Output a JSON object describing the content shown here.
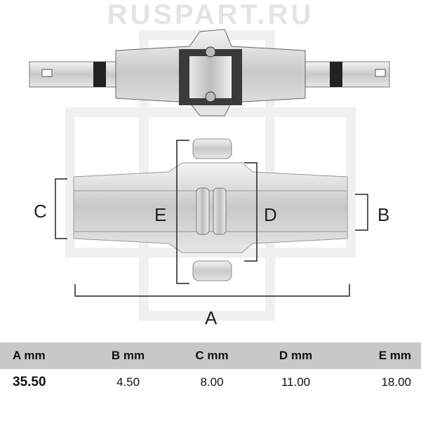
{
  "watermark": "RUSPART.RU",
  "diagram": {
    "labels": {
      "a": "A",
      "b": "B",
      "c": "C",
      "d": "D",
      "e": "E"
    }
  },
  "table": {
    "headers": [
      "A mm",
      "B mm",
      "C mm",
      "D mm",
      "E mm"
    ],
    "values": [
      "35.50",
      "4.50",
      "8.00",
      "11.00",
      "18.00"
    ]
  }
}
